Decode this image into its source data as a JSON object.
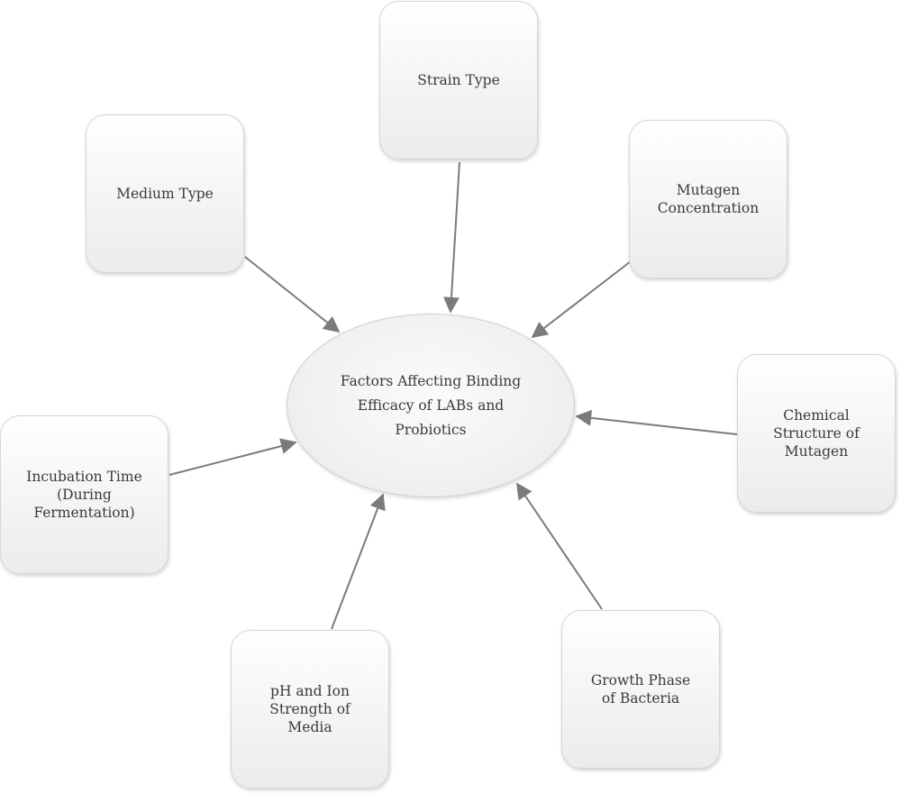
{
  "center": {
    "label": "Factors Affecting Binding\nEfficacy of LABs and\nProbiotics"
  },
  "factors": {
    "strain_type": "Strain Type",
    "medium_type": "Medium Type",
    "mutagen_concentration": "Mutagen\nConcentration",
    "chemical_structure": "Chemical\nStructure of\nMutagen",
    "incubation_time": "Incubation Time\n(During\nFermentation)",
    "ph_ion_strength": "pH and Ion\nStrength of\nMedia",
    "growth_phase": "Growth Phase\nof Bacteria"
  },
  "colors": {
    "arrow": "#7b7b7b",
    "box_border": "#d6d6d6",
    "text": "#3a3a3a"
  }
}
